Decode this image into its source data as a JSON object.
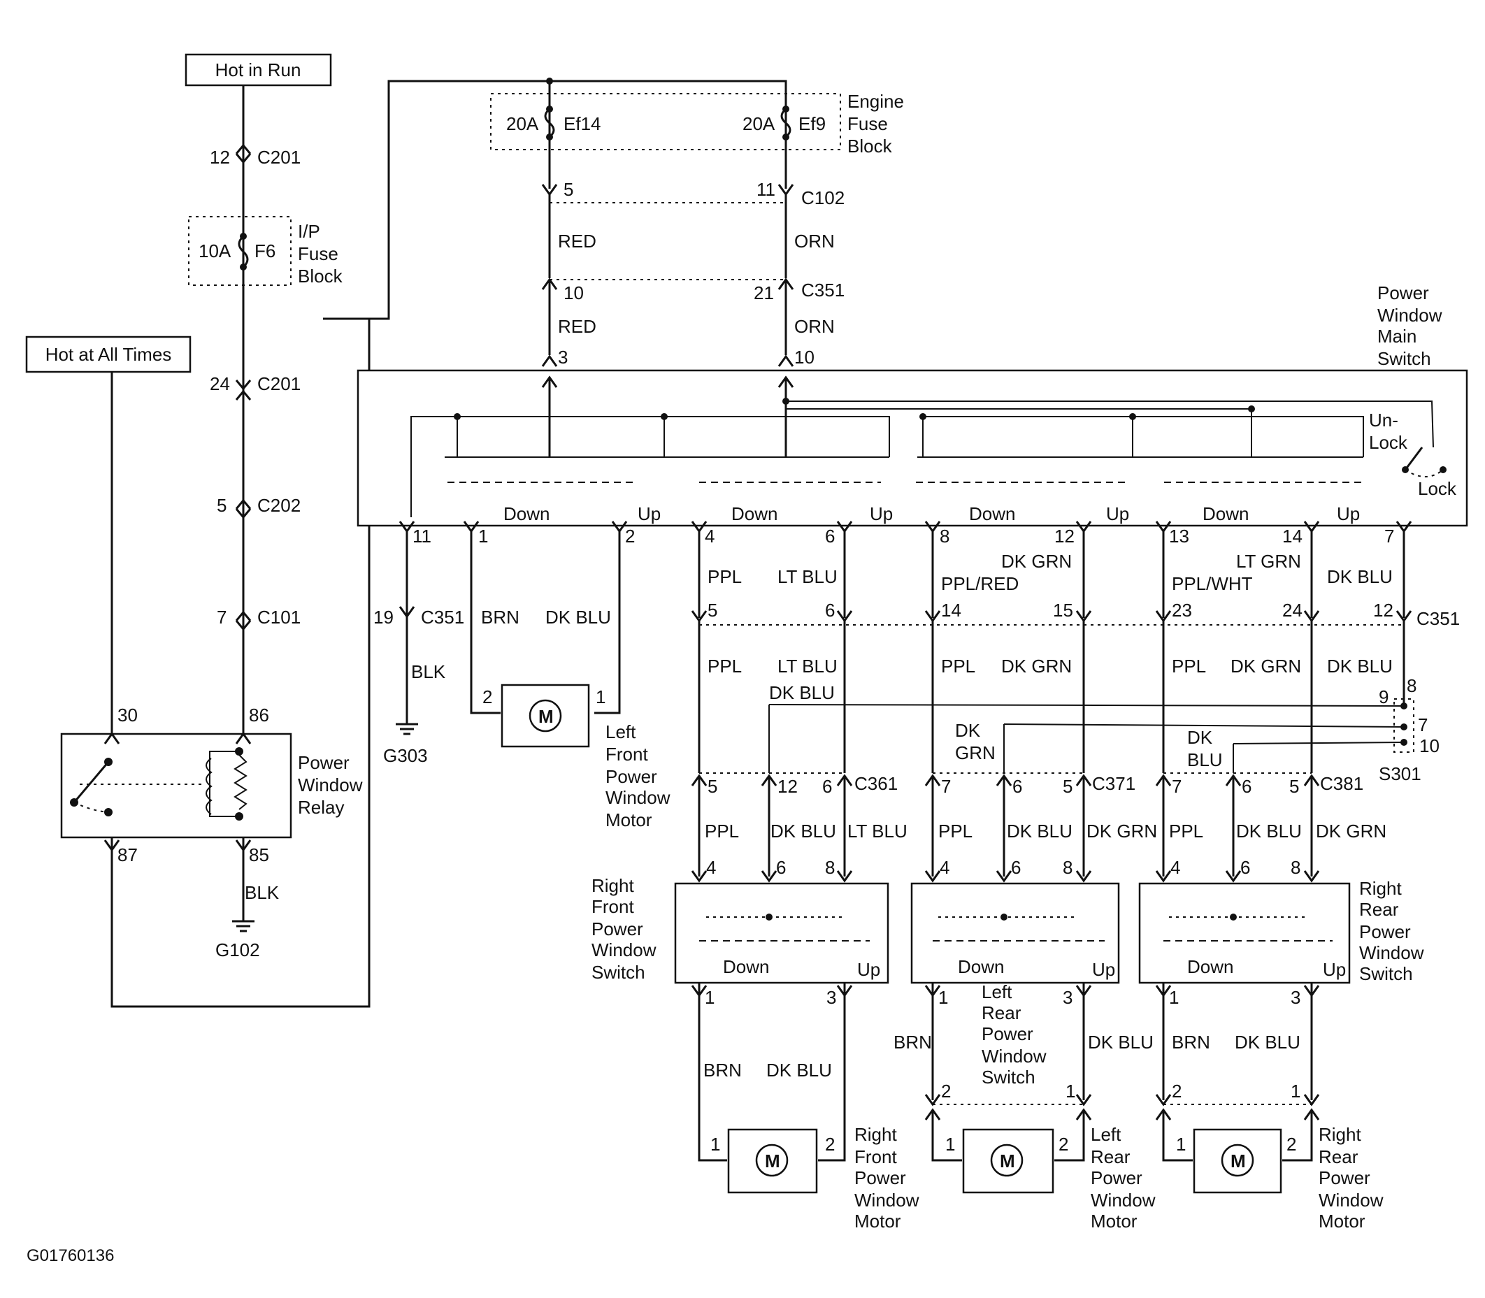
{
  "diagram_id": "G01760136",
  "sources": {
    "hot_in_run": "Hot in Run",
    "hot_at_all_times": "Hot at All Times"
  },
  "engine_fuse_block": {
    "label1": "Engine",
    "label2": "Fuse",
    "label3": "Block",
    "fuse_a_rating": "20A",
    "fuse_a_name": "Ef14",
    "fuse_b_rating": "20A",
    "fuse_b_name": "Ef9"
  },
  "ip_fuse_block": {
    "label1": "I/P",
    "label2": "Fuse",
    "label3": "Block",
    "rating": "10A",
    "name": "F6"
  },
  "connectors": {
    "c201": "C201",
    "c202": "C202",
    "c101": "C101",
    "c102": "C102",
    "c351": "C351",
    "c361": "C361",
    "c371": "C371",
    "c381": "C381",
    "s301": "S301"
  },
  "grounds": {
    "g303": "G303",
    "g102": "G102"
  },
  "relay": {
    "label1": "Power",
    "label2": "Window",
    "label3": "Relay",
    "p30": "30",
    "p86": "86",
    "p87": "87",
    "p85": "85"
  },
  "main_switch": {
    "label1": "Power",
    "label2": "Window",
    "label3": "Main",
    "label4": "Switch",
    "unlock1": "Un-",
    "unlock2": "Lock",
    "lock": "Lock",
    "down": "Down",
    "up": "Up"
  },
  "wires": {
    "red": "RED",
    "orn": "ORN",
    "blk": "BLK",
    "brn": "BRN",
    "dkblu": "DK BLU",
    "ppl": "PPL",
    "ltblu": "LT BLU",
    "dkgrn": "DK GRN",
    "pplred": "PPL/RED",
    "pplwht": "PPL/WHT",
    "ltgrn": "LT GRN",
    "dk": "DK",
    "grn": "GRN",
    "blu": "BLU"
  },
  "pins": {
    "p1": "1",
    "p2": "2",
    "p3": "3",
    "p4": "4",
    "p5": "5",
    "p6": "6",
    "p7": "7",
    "p8": "8",
    "p9": "9",
    "p10": "10",
    "p11": "11",
    "p12": "12",
    "p13": "13",
    "p14": "14",
    "p15": "15",
    "p19": "19",
    "p21": "21",
    "p23": "23",
    "p24": "24"
  },
  "motor_symbol": "M",
  "components": {
    "lf_motor": [
      "Left",
      "Front",
      "Power",
      "Window",
      "Motor"
    ],
    "rf_switch": [
      "Right",
      "Front",
      "Power",
      "Window",
      "Switch"
    ],
    "lr_switch": [
      "Left",
      "Rear",
      "Power",
      "Window",
      "Switch"
    ],
    "rr_switch": [
      "Right",
      "Rear",
      "Power",
      "Window",
      "Switch"
    ],
    "rf_motor": [
      "Right",
      "Front",
      "Power",
      "Window",
      "Motor"
    ],
    "lr_motor": [
      "Left",
      "Rear",
      "Power",
      "Window",
      "Motor"
    ],
    "rr_motor": [
      "Right",
      "Rear",
      "Power",
      "Window",
      "Motor"
    ]
  }
}
